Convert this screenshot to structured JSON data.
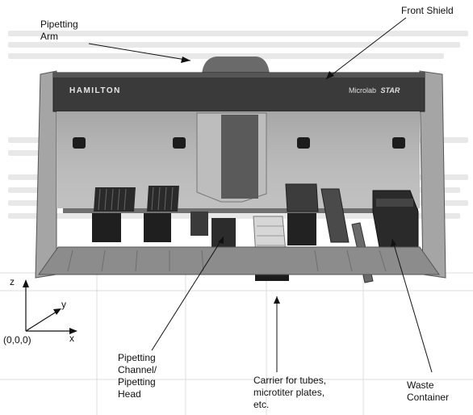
{
  "labels": {
    "pipetting_arm": [
      "Pipetting",
      "Arm"
    ],
    "front_shield": "Front Shield",
    "pipetting_head": [
      "Pipetting",
      "Channel/",
      "Pipetting",
      "Head"
    ],
    "carrier": [
      "Carrier for tubes,",
      "microtiter plates,",
      "etc."
    ],
    "waste_container": [
      "Waste",
      "Container"
    ]
  },
  "brand": {
    "manufacturer": "HAMILTON",
    "model_prefix": "Microlab",
    "model_suffix": "STAR"
  },
  "axes": {
    "z": "z",
    "y": "y",
    "x": "x",
    "origin": "(0,0,0)"
  },
  "colors": {
    "frame": "#6f6f6f",
    "dark": "#222222",
    "shield": "#3a3a3a",
    "deck": "#8c8c8c"
  }
}
